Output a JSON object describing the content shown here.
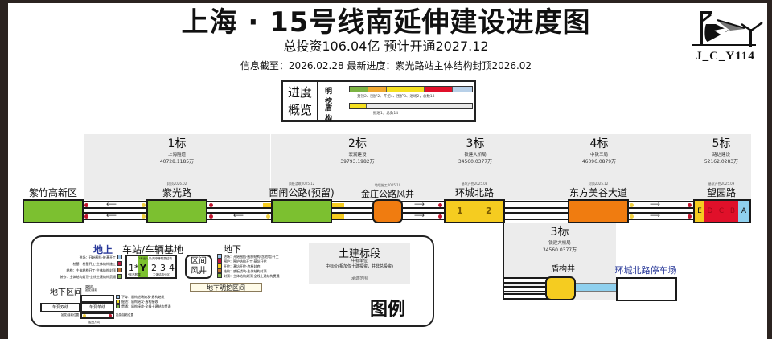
{
  "header": {
    "title": "上海 · 15号线南延伸建设进度图",
    "subtitle": "总投资106.04亿  预计开通2027.12",
    "info": "信息截至：2026.02.28 最新进度：紫光路站主体结构封顶2026.02"
  },
  "logo": {
    "text": "J_C_Y114"
  },
  "overview": {
    "title_line1": "进度",
    "title_line2": "概览",
    "rows": [
      {
        "label": "明挖",
        "segments": [
          {
            "status": "封顶",
            "count": 2,
            "color": "#7cb342"
          },
          {
            "status": "围护",
            "count": 2,
            "color": "#f0a830"
          },
          {
            "status": "开挖",
            "count": 4,
            "color": "#f5e020"
          },
          {
            "status": "围护",
            "count": 3,
            "color": "#e0102a"
          },
          {
            "status": "进场",
            "count": 2,
            "color": "#b8d0e8"
          }
        ],
        "note": "封顶2、围护2、开挖4、围护3、进场2，总数13"
      },
      {
        "label": "盾构",
        "segments": [
          {
            "status": "掘进",
            "count": 1,
            "color": "#f5e020"
          },
          {
            "status": "未开始",
            "count": 13,
            "color": "#e8e8e8"
          }
        ],
        "note": "掘进1，总数14"
      }
    ]
  },
  "sections": [
    {
      "id": "1",
      "title": "1标",
      "company": "上海隧道",
      "amount": "40728.1185万"
    },
    {
      "id": "2",
      "title": "2标",
      "company": "宏润建设",
      "amount": "39793.1982万"
    },
    {
      "id": "3",
      "title": "3标",
      "company": "铁建大桥局",
      "amount": "34560.0377万"
    },
    {
      "id": "4",
      "title": "4标",
      "company": "中铁三局",
      "amount": "46096.0879万"
    },
    {
      "id": "5",
      "title": "5标",
      "company": "路达建设",
      "amount": "52162.0283万"
    },
    {
      "id": "3b",
      "title": "3标",
      "company": "铁建大桥局",
      "amount": "34560.0377万"
    }
  ],
  "stations": [
    {
      "name": "紫竹高新区",
      "note": "",
      "color": "#7cc030"
    },
    {
      "name": "紫光路",
      "note": "封顶2026.02",
      "color": "#7cc030"
    },
    {
      "name": "西闸公路(预留)",
      "note": "顶板浇筑2025.12",
      "color": "#7cc030"
    },
    {
      "name": "金庄公路风井",
      "note": "地墙施工2025.10",
      "color": "#f07c10"
    },
    {
      "name": "环城北路",
      "note": "基坑开挖2025.08",
      "color": "#f5cc20",
      "cells": [
        "1",
        "2"
      ]
    },
    {
      "name": "东方美谷大道",
      "note": "封顶2025.12",
      "color": "#f07c10"
    },
    {
      "name": "望园路",
      "note": "基坑开挖2025.09",
      "cells": [
        {
          "label": "E",
          "color": "#f5cc20"
        },
        {
          "label": "D",
          "color": "#e0102a"
        },
        {
          "label": "C",
          "color": "#e0102a"
        },
        {
          "label": "B",
          "color": "#e0102a"
        },
        {
          "label": "A",
          "color": "#8fd0ee"
        }
      ]
    }
  ],
  "depot": {
    "shaft_name": "盾构井",
    "depot_name": "环城北路停车场"
  },
  "legend": {
    "title": "图例",
    "above_ground": "地上",
    "station_depot": "车站/车辆基地",
    "underground": "地下",
    "above_items": [
      {
        "text": "进场：开始围挡-桩基开工",
        "color": "#9fc5e8"
      },
      {
        "text": "桩基：桩基开工-主体结构施工",
        "color": "#c0143c"
      },
      {
        "text": "结构：主体结构开工-主体结构封顶",
        "color": "#c07030"
      },
      {
        "text": "装修：主体结构封顶-全线土建结构贯通",
        "color": "#7cb342"
      }
    ],
    "station_box": {
      "cells": [
        "1*",
        "Y",
        "2",
        "3",
        "4"
      ],
      "top_note": "1号出入口/风亭等附属结构",
      "bottom_note_left": "*车站附属",
      "bottom_note_right": "主体结构分区"
    },
    "vent_shaft": "区间\n风井",
    "under_items": [
      {
        "text": "进场：开始围挡-围护结构(含地墙)开工",
        "color": "#9fc5e8"
      },
      {
        "text": "围护：围护结构开工-基坑开挖",
        "color": "#c0143c"
      },
      {
        "text": "开挖：基坑开挖-底板封底",
        "color": "#f5cc20"
      },
      {
        "text": "结构：底板浇筑-主体结构封顶",
        "color": "#c07030"
      },
      {
        "text": "封顶：主体结构封顶-全线土建结构贯通",
        "color": "#7cb342"
      }
    ],
    "open_cut_section": "地下明挖区间",
    "tunnel_section": "地下区间",
    "tunnel_note": "盾构机\n始发/接收",
    "single_line_left": "单洞双线",
    "single_line_right": "单洞单线",
    "shield_items": [
      {
        "text": "下穿：盾构进场始发-盾构始发",
        "color": "#9fc5e8"
      },
      {
        "text": "掘进：盾构始发-盾构接收",
        "color": "#f5e020"
      },
      {
        "text": "贯通：盾构接收-全线土建结构贯通",
        "color": "#7cb342"
      }
    ],
    "launch_label": "始发/接收位置",
    "direction_label": "掘进方向",
    "civil_section": {
      "title": "土建标段",
      "unit": "中标单位",
      "price": "中标价(相加仅土建投资，并非总投资)",
      "scope": "承建范围"
    }
  }
}
